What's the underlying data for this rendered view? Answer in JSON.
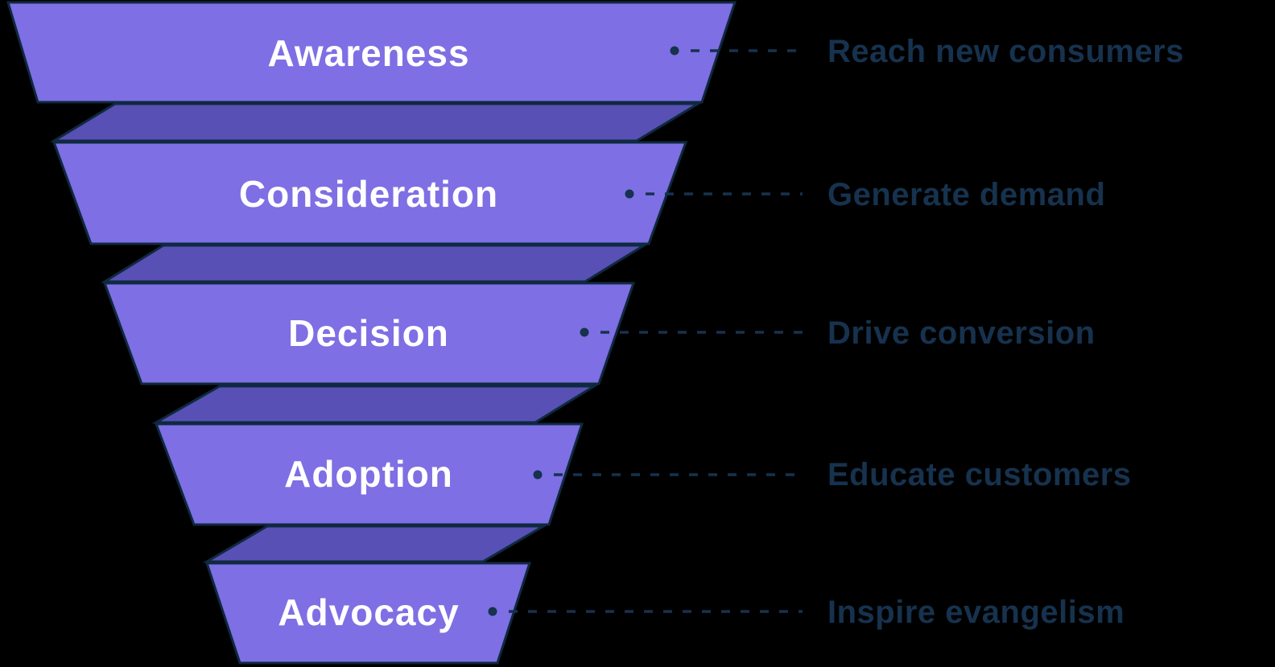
{
  "diagram": {
    "type": "funnel",
    "stages": [
      {
        "label": "Awareness",
        "annotation": "Reach new consumers"
      },
      {
        "label": "Consideration",
        "annotation": "Generate demand"
      },
      {
        "label": "Decision",
        "annotation": "Drive conversion"
      },
      {
        "label": "Adoption",
        "annotation": "Educate customers"
      },
      {
        "label": "Advocacy",
        "annotation": "Inspire evangelism"
      }
    ],
    "colors": {
      "stage_fill": "#7E6FE4",
      "fold_fill": "#5850B4",
      "outline": "#0F2940",
      "stage_text": "#FFFFFF",
      "annotation_text": "#16324E",
      "background": "#000000"
    }
  }
}
